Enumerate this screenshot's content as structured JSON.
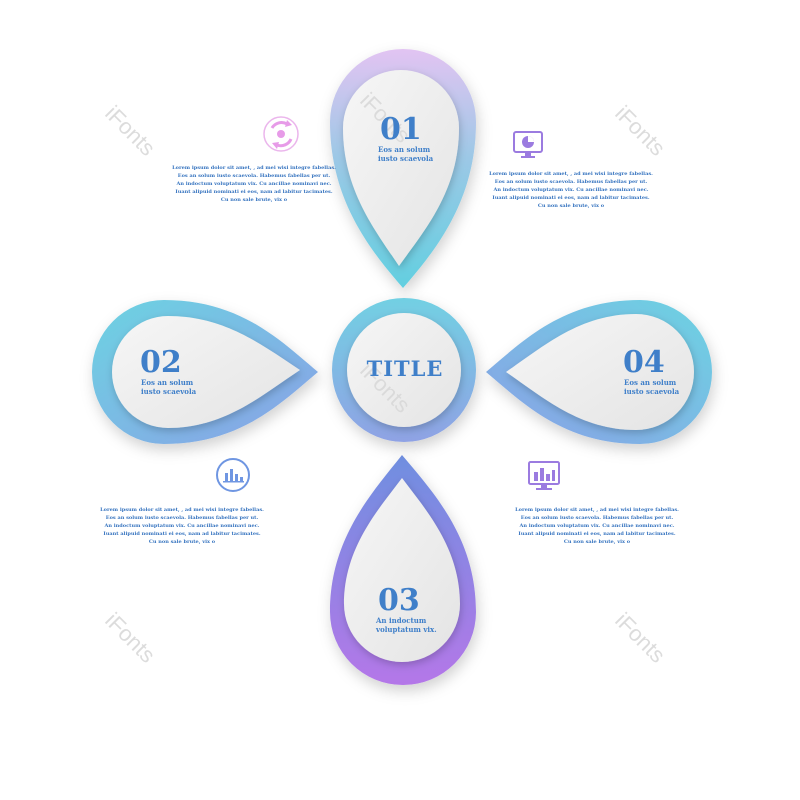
{
  "center": {
    "title": "TITLE"
  },
  "drops": [
    {
      "number": "01",
      "subtitle": [
        "Eos an solum",
        "iusto scaevola"
      ]
    },
    {
      "number": "02",
      "subtitle": [
        "Eos an solum",
        "iusto scaevola"
      ]
    },
    {
      "number": "03",
      "subtitle": [
        "An indoctum",
        "voluptatum vix."
      ]
    },
    {
      "number": "04",
      "subtitle": [
        "Eos an solum",
        "iusto scaevola"
      ]
    }
  ],
  "paragraphs": {
    "top_left": [
      "Lorem ipsum dolor sit amet, , ad mei wisi integre fabellas.",
      "Eos an solum iusto scaevola. Habemus fabellas per ut.",
      "An indoctum voluptatum vix. Cu ancillae nominavi nec.",
      "Iuant alipuid nominati ei eos, nam ad labitur tacimates.",
      "Cu non sale brute, vix o"
    ],
    "top_right": [
      "Lorem ipsum dolor sit amet, , ad mei wisi integre fabellas.",
      "Eos an solum iusto scaevola. Habemus fabellas per ut.",
      "An indoctum voluptatum vix. Cu ancillae nominavi nec.",
      "Iuant alipuid nominati ei eos, nam ad labitur tacimates.",
      "Cu non sale brute, vix o"
    ],
    "bottom_left": [
      "Lorem ipsum dolor sit amet, , ad mei wisi integre fabellas.",
      "Eos an solum iusto scaevola. Habemus fabellas per ut.",
      "An indoctum voluptatum vix. Cu ancillae nominavi nec.",
      "Iuant alipuid nominati ei eos, nam ad labitur tacimates.",
      "Cu non sale brute, vix o"
    ],
    "bottom_right": [
      "Lorem ipsum dolor sit amet, , ad mei wisi integre fabellas.",
      "Eos an solum iusto scaevola. Habemus fabellas per ut.",
      "An indoctum voluptatum vix. Cu ancillae nominavi nec.",
      "Iuant alipuid nominati ei eos, nam ad labitur tacimates.",
      "Cu non sale brute, vix o"
    ]
  },
  "icons": {
    "top_left": "cycle-arrows-icon",
    "top_right": "monitor-chart-icon",
    "bottom_left": "bar-chart-circle-icon",
    "bottom_right": "monitor-bars-icon"
  },
  "watermark": "iFonts",
  "colors": {
    "number_blue": "#3f7fc9",
    "teal": "#6fcde0",
    "periwinkle": "#8ea2e6",
    "violet": "#a070e0",
    "lilac": "#d9b8ee",
    "pink_icon": "#e79be8",
    "purple_icon": "#9b7be0"
  }
}
